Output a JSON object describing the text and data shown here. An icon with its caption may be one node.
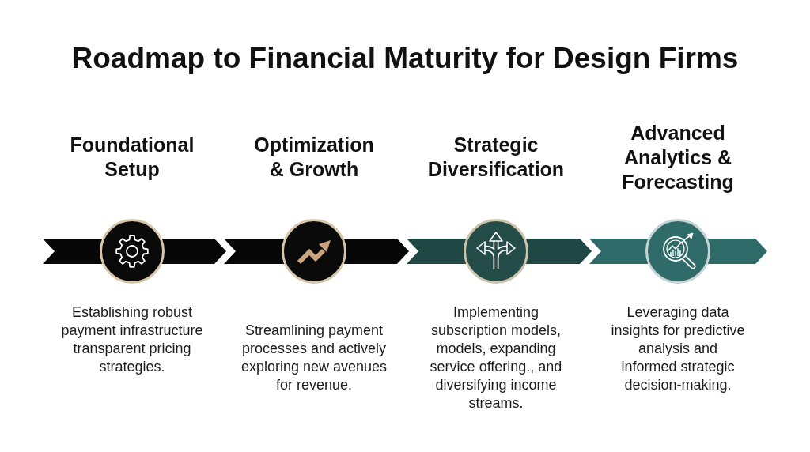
{
  "diagram": {
    "title": "Roadmap to Financial Maturity for Design Firms",
    "nodes": [
      {
        "text": [
          "Foundational Setup",
          "Establishing robust payment infrastructure transparent pricing strategies."
        ]
      },
      {
        "text": [
          "Optimization & Growth",
          "Streamlining payment processes and actively exploring new avenues for revenue."
        ]
      },
      {
        "text": [
          "Strategic Diversification",
          "Implementing subscription models, models, expanding service offering., and diversifying income streams."
        ]
      },
      {
        "text": [
          "Advanced Analytics & Forecasting",
          "Leveraging data insights for predictive analysis and informed strategic decision-making."
        ]
      }
    ]
  }
}
